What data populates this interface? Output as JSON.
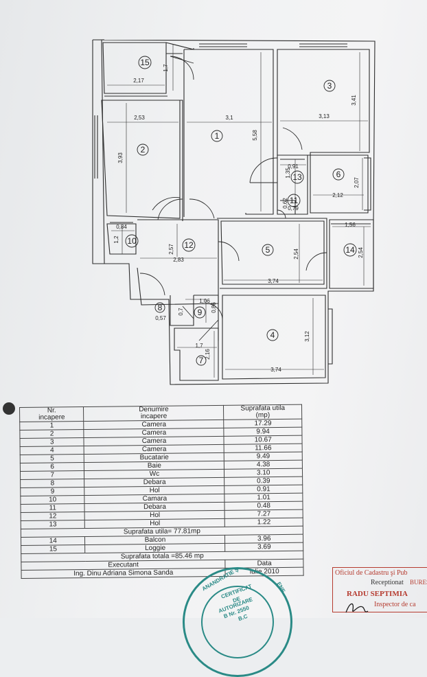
{
  "rooms": {
    "r1": "1",
    "r2": "2",
    "r3": "3",
    "r4": "4",
    "r5": "5",
    "r6": "6",
    "r7": "7",
    "r8": "8",
    "r9": "9",
    "r10": "10",
    "r11": "11",
    "r12": "12",
    "r13": "13",
    "r14": "14",
    "r15": "15"
  },
  "dimensions": {
    "d15_w": "2,17",
    "d15_h": "1,7",
    "d2_w": "2,53",
    "d2_h": "3,93",
    "d1_w": "3,1",
    "d1_h": "5,58",
    "d3_w": "3,13",
    "d3_h": "3,41",
    "d13_w": "0,91",
    "d13_h": "1,35",
    "d6_w": "2,12",
    "d6_h": "2,07",
    "d11_w": "0,79",
    "d11_h": "0,62",
    "d10_w": "0,84",
    "d10_h": "1,2",
    "d12_w": "2,83",
    "d12_h": "2,57",
    "d5_w": "3,74",
    "d5_h": "2,54",
    "d14_w": "1,56",
    "d14_h": "2,54",
    "d8_w": "0,57",
    "d8_h": "0,7",
    "d9_w": "1,06",
    "d9_h": "0,86",
    "d7_w": "1,7",
    "d7_h": "2,16",
    "d4_w": "3,74",
    "d4_h": "3,12"
  },
  "legend": {
    "head_nr": [
      "Nr.",
      "incapere"
    ],
    "head_den": [
      "Denumire",
      "incapere"
    ],
    "head_sup": [
      "Suprafata utila",
      "(mp)"
    ],
    "rows": [
      {
        "nr": "1",
        "den": "Camera",
        "sup": "17.29"
      },
      {
        "nr": "2",
        "den": "Camera",
        "sup": "9.94"
      },
      {
        "nr": "3",
        "den": "Camera",
        "sup": "10.67"
      },
      {
        "nr": "4",
        "den": "Camera",
        "sup": "11.66"
      },
      {
        "nr": "5",
        "den": "Bucatarie",
        "sup": "9.49"
      },
      {
        "nr": "6",
        "den": "Baie",
        "sup": "4.38"
      },
      {
        "nr": "7",
        "den": "Wc",
        "sup": "3.10"
      },
      {
        "nr": "8",
        "den": "Debara",
        "sup": "0.39"
      },
      {
        "nr": "9",
        "den": "Hol",
        "sup": "0.91"
      },
      {
        "nr": "10",
        "den": "Camara",
        "sup": "1.01"
      },
      {
        "nr": "11",
        "den": "Debara",
        "sup": "0.48"
      },
      {
        "nr": "12",
        "den": "Hol",
        "sup": "7.27"
      },
      {
        "nr": "13",
        "den": "Hol",
        "sup": "1.22"
      }
    ],
    "total_util": "Suprafata utila= 77.81mp",
    "extra_rows": [
      {
        "nr": "14",
        "den": "Balcon",
        "sup": "3.96"
      },
      {
        "nr": "15",
        "den": "Loggie",
        "sup": "3.69"
      }
    ],
    "total": "Suprafata totala =85.46 mp",
    "executant": "Executant",
    "data_label": "Data",
    "engineer": "Ing. Dinu Adriana Simona Sanda",
    "date": "iulie 2010"
  },
  "stamp": {
    "line1": "CERTIFICAT",
    "line2": "DE",
    "line3": "AUTORIZARE",
    "line4": "B Nr. 2550",
    "line5": "B.C",
    "arc_top": "ANANDRATIE Ş",
    "arc_right": "ENE"
  },
  "ocpi": {
    "header": "Oficiul de Cadastru şi Pub",
    "receptionat": "Receptionat",
    "overlap": "BURES",
    "name": "RADU SEPTIMIA",
    "title": "Inspector de ca"
  },
  "colors": {
    "wall": "#2b2b2b",
    "stamp": "#2a8a86",
    "ocpi": "#b53a2e",
    "paper": "#f1f2f3"
  }
}
